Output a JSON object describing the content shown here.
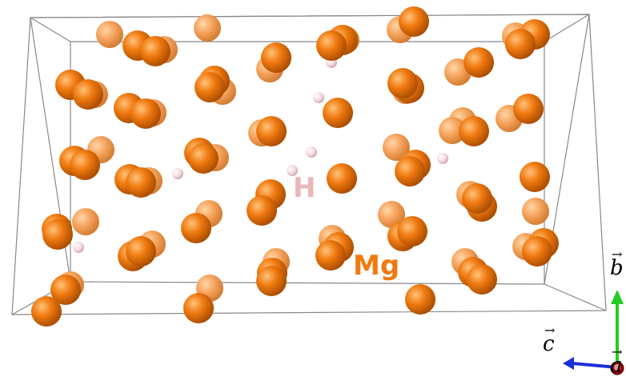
{
  "labels": {
    "hydrogen": "H",
    "magnesium": "Mg"
  },
  "axes": {
    "b": "b",
    "c": "c",
    "a": "a"
  },
  "colors": {
    "magnesium": "#f07a10",
    "magnesium_dark": "#b05000",
    "magnesium_light": "#ffb060",
    "hydrogen": "#f3d7dc",
    "hydrogen_label": "#e8b7ba",
    "magnesium_label": "#f07a10",
    "cell_edge": "#888888",
    "axis_b": "#22cc22",
    "axis_c": "#1a2fd6",
    "axis_a": "#a00000"
  }
}
